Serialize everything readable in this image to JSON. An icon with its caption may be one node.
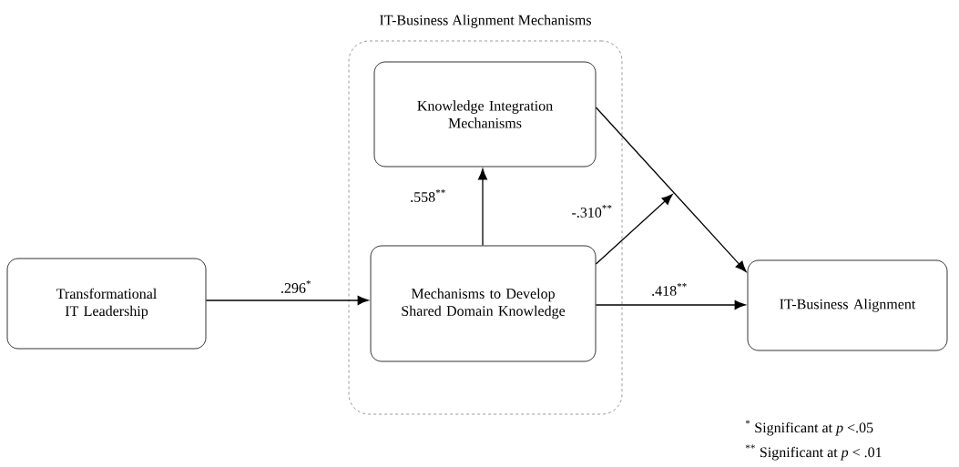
{
  "diagram": {
    "nodes": [
      {
        "text": [
          "IT-Business Alignment Mechanisms"
        ]
      },
      {
        "text": [
          "Knowledge Integration Mechanisms"
        ],
        "in": 0
      },
      {
        "text": [
          "Transformational IT Leadership"
        ]
      },
      {
        "text": [
          "Mechanisms to Develop Shared Domain Knowledge"
        ],
        "in": 0
      },
      {
        "text": [
          "IT-Business Alignment"
        ]
      }
    ],
    "edges": [
      {
        "from": 2,
        "to": 3,
        "arrow": "to",
        "label": ".296$^{*}$"
      },
      {
        "from": 3,
        "to": 1,
        "arrow": "to",
        "label": ".558$^{**}$"
      },
      {
        "from": 1,
        "to": 4,
        "arrow": "to"
      },
      {
        "from": 3,
        "to": null,
        "arrow": "to",
        "label": "-.310$^{**}$"
      },
      {
        "from": 3,
        "to": 4,
        "arrow": "to",
        "label": ".418$^{**}$"
      }
    ],
    "labels": [
      "$^{*}$ Significant at *p* <.05",
      "$^{**}$ Significant at *p* < .01"
    ]
  }
}
